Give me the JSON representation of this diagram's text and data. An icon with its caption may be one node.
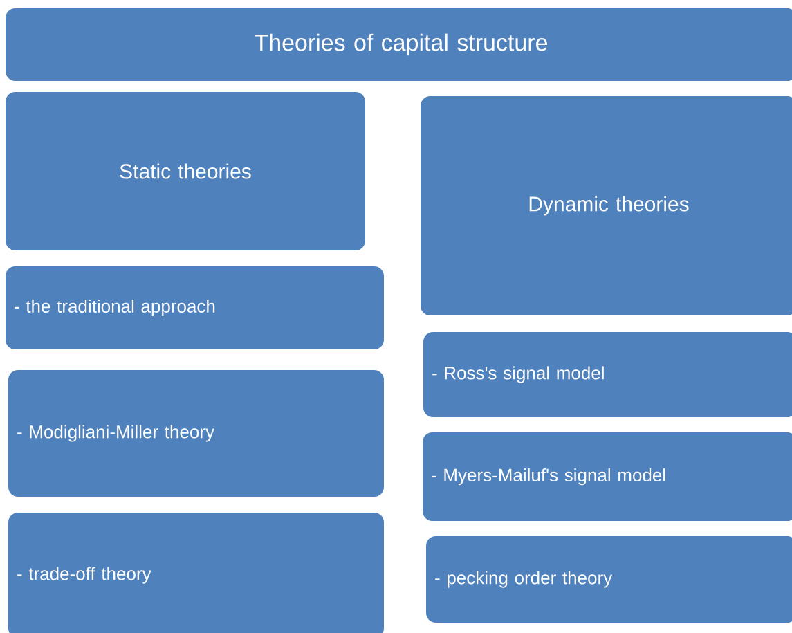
{
  "diagram": {
    "nodes": [
      {
        "text": [
          "Theories of capital structure"
        ]
      },
      {
        "text": [
          "Static theories"
        ]
      },
      {
        "text": [
          "- the traditional approach"
        ]
      },
      {
        "text": [
          "- Modigliani-Miller theory"
        ]
      },
      {
        "text": [
          "- trade-off theory"
        ]
      },
      {
        "text": [
          "Dynamic  theories"
        ]
      },
      {
        "text": [
          "-  Ross's signal model"
        ]
      },
      {
        "text": [
          "- Myers-Mailuf's signal model"
        ]
      },
      {
        "text": [
          "- pecking order theory"
        ]
      }
    ]
  }
}
